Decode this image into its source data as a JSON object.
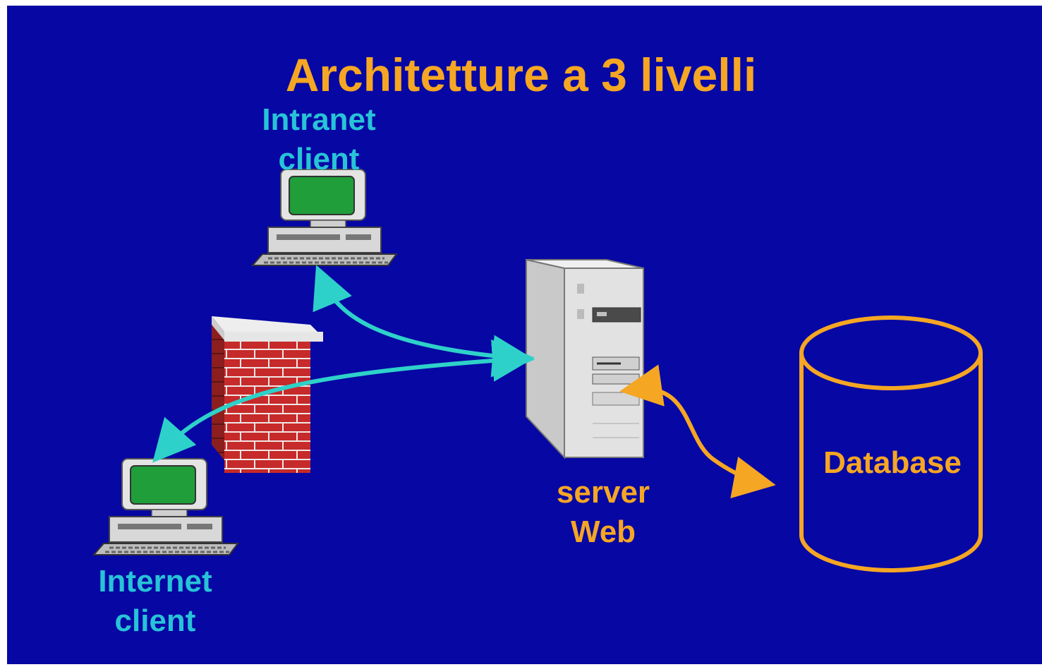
{
  "title": "Architetture a 3 livelli",
  "colors": {
    "background": "#0707a4",
    "title": "#f5a623",
    "client_label": "#27c3d6",
    "server_label": "#f5a623",
    "client_arrow": "#2ed1c9",
    "db_arrow": "#f5a623",
    "db_outline": "#f5a623"
  },
  "nodes": {
    "intranet_client": {
      "line1": "Intranet",
      "line2": "client",
      "icon": "desktop-computer-icon"
    },
    "internet_client": {
      "line1": "Internet",
      "line2": "client",
      "icon": "desktop-computer-icon"
    },
    "firewall": {
      "icon": "brick-wall-firewall-icon"
    },
    "server": {
      "line1": "server",
      "line2": "Web",
      "icon": "tower-server-icon"
    },
    "database": {
      "label": "Database",
      "icon": "database-cylinder-icon"
    }
  },
  "edges": [
    {
      "from": "intranet_client",
      "to": "server",
      "style": "double-arrow"
    },
    {
      "from": "internet_client",
      "to": "server",
      "style": "double-arrow",
      "via": "firewall"
    },
    {
      "from": "server",
      "to": "database",
      "style": "double-arrow"
    }
  ]
}
